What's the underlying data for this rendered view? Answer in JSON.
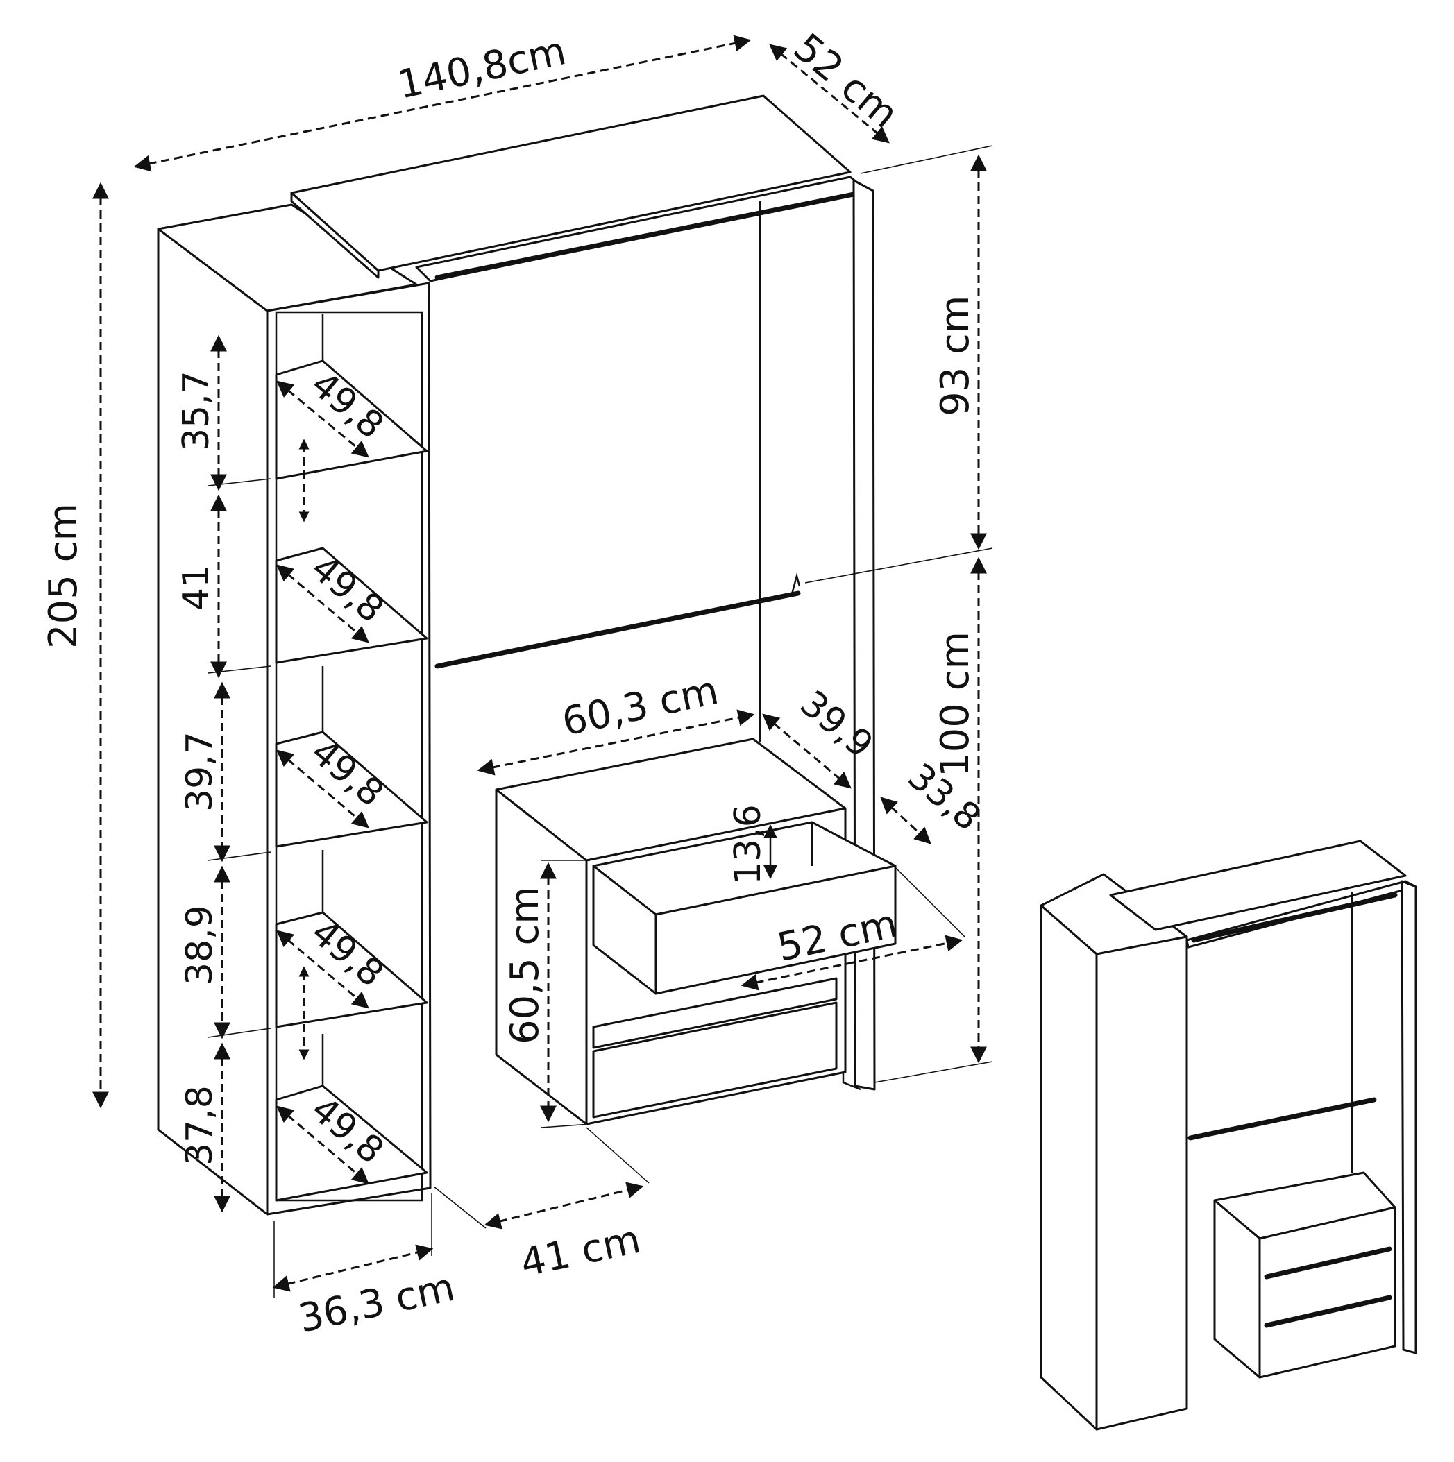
{
  "dimensions": {
    "total_width": "140,8cm",
    "depth": "52 cm",
    "total_height": "205 cm",
    "upper_height": "93 cm",
    "lower_height": "100 cm",
    "shelf_heights": [
      "35,7",
      "41",
      "39,7",
      "38,9",
      "37,8"
    ],
    "shelf_depth": "49,8",
    "shelf_unit_width": "36,3 cm",
    "shelf_unit_side": "41 cm",
    "drawer_unit_width": "60,3 cm",
    "drawer_unit_depth": "39,9",
    "drawer_unit_height": "60,5 cm",
    "drawer_height": "13,6",
    "drawer_inner": "33,8",
    "drawer_extension": "52 cm"
  },
  "colors": {
    "line": "#111111",
    "background": "#ffffff"
  }
}
